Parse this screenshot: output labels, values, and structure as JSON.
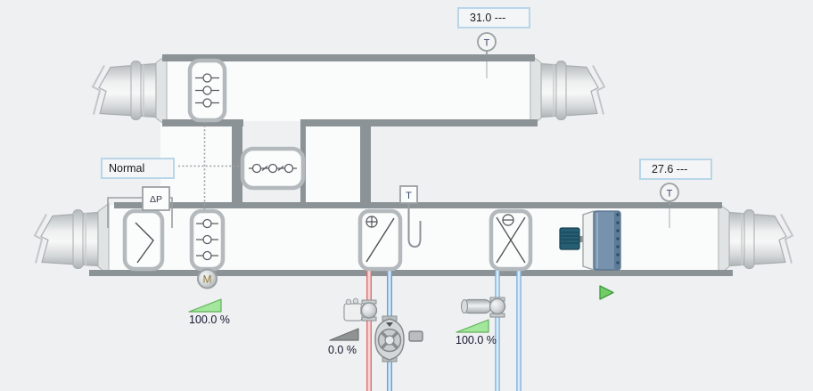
{
  "title": "Air handling unit plant graphic",
  "labels": {
    "exhaust_air_temp": "31.0 ---",
    "supply_air_temp": "27.6 ---",
    "damper_mode": "Normal"
  },
  "readouts": {
    "damper_position": "100.0 %",
    "heating_valve_position": "0.0 %",
    "cooling_valve_position": "100.0 %"
  },
  "glyphs": {
    "t_sensor": "T",
    "motor": "M",
    "delta_p": "ΔP"
  },
  "icons": {
    "t_sensor": "circle-with-T",
    "motor_actuator": "circle-with-M",
    "diff_pressure_sensor": "box-with-delta-P",
    "heating_coil_sign": "circle-plus",
    "cooling_coil_sign": "circle-minus",
    "fan_running_status": "green-play-triangle",
    "position_indicator": "ramp-wedge-triangle",
    "flex_connector": "torn-duct-nozzle"
  },
  "colors": {
    "background": "#eff0f1",
    "duct_wall": "#8b9397",
    "duct_interior": "#fafbfb",
    "symbol_outline": "#b3b9bc",
    "label_border": "#b9d6e9",
    "green_indicator": "#a2e79c",
    "gray_indicator": "#8f9394",
    "running_green": "#74cc66",
    "hot_pipe": "#d97272",
    "cold_pipe": "#67a0d6",
    "chilled_pipe": "#7db0e0",
    "fan_drum": "#7792ad",
    "fan_motor": "#265e74"
  }
}
